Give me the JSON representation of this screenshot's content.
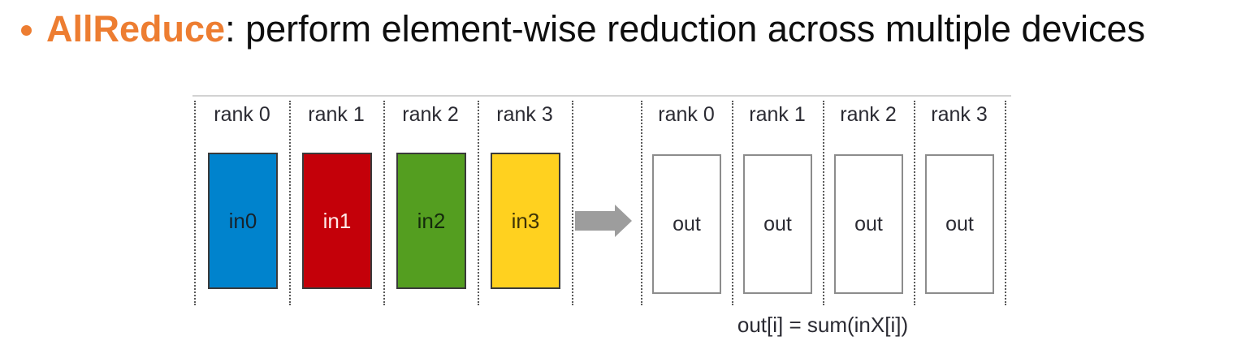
{
  "slide": {
    "title": {
      "highlight": "AllReduce",
      "rest": ": perform element-wise reduction across multiple devices"
    },
    "colors": {
      "accent_orange": "#ED7D31",
      "title_text": "#0E0E0E"
    }
  },
  "diagram": {
    "input_group": {
      "rank_labels": [
        "rank 0",
        "rank 1",
        "rank 2",
        "rank 3"
      ],
      "boxes": [
        {
          "label": "in0",
          "fill": "#0083CD",
          "text_color": "#16232C"
        },
        {
          "label": "in1",
          "fill": "#C40009",
          "text_color": "#FFE9E9"
        },
        {
          "label": "in2",
          "fill": "#549E20",
          "text_color": "#142A0C"
        },
        {
          "label": "in3",
          "fill": "#FFD11F",
          "text_color": "#3E3307"
        }
      ]
    },
    "arrow": {
      "icon": "right-arrow",
      "color": "#9D9D9D"
    },
    "output_group": {
      "rank_labels": [
        "rank 0",
        "rank 1",
        "rank 2",
        "rank 3"
      ],
      "boxes": [
        {
          "label": "out"
        },
        {
          "label": "out"
        },
        {
          "label": "out"
        },
        {
          "label": "out"
        }
      ]
    },
    "formula": "out[i] = sum(inX[i])",
    "colors": {
      "rank_text": "#2B2B33",
      "dotted_line": "#5A5A5A",
      "input_border": "#3A3A3A",
      "output_border": "#8C8C8C",
      "top_line": "#D2D2D2"
    }
  }
}
